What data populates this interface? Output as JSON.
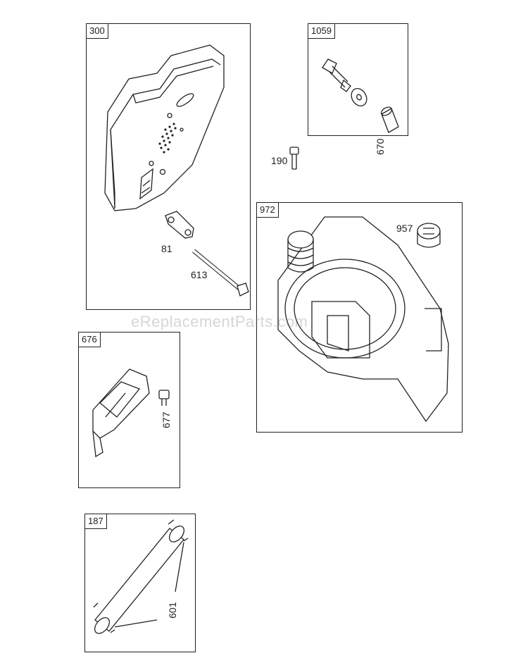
{
  "watermark": "eReplacementParts.com",
  "groups": [
    {
      "id": "300",
      "tag": "300",
      "callouts": {
        "washer": "81",
        "bolt": "613"
      }
    },
    {
      "id": "1059",
      "tag": "1059",
      "callouts": {
        "spacer": "670"
      }
    },
    {
      "id": "loose",
      "callouts": {
        "screw": "190"
      }
    },
    {
      "id": "972",
      "tag": "972",
      "callouts": {
        "cap": "957"
      }
    },
    {
      "id": "676",
      "tag": "676",
      "callouts": {
        "screw": "677"
      }
    },
    {
      "id": "187",
      "tag": "187",
      "callouts": {
        "clamp": "601"
      }
    }
  ]
}
